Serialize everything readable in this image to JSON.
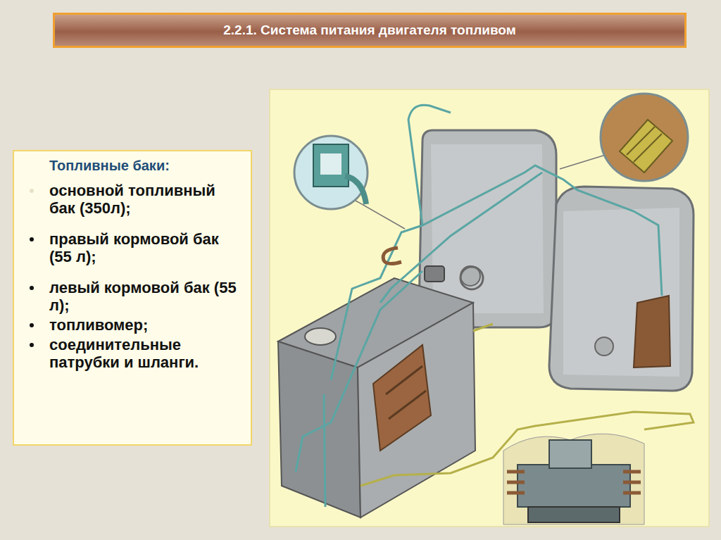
{
  "diagram": {
    "title": "2.2.1. Система питания двигателя топливом",
    "nodes": [
      {
        "text": [
          "Топливные баки:",
          "основной топливный бак (350л);",
          "правый кормовой бак (55 л);",
          "левый кормовой бак (55 л);",
          "топливомер;",
          "соединительные патрубки и шланги."
        ]
      }
    ]
  }
}
